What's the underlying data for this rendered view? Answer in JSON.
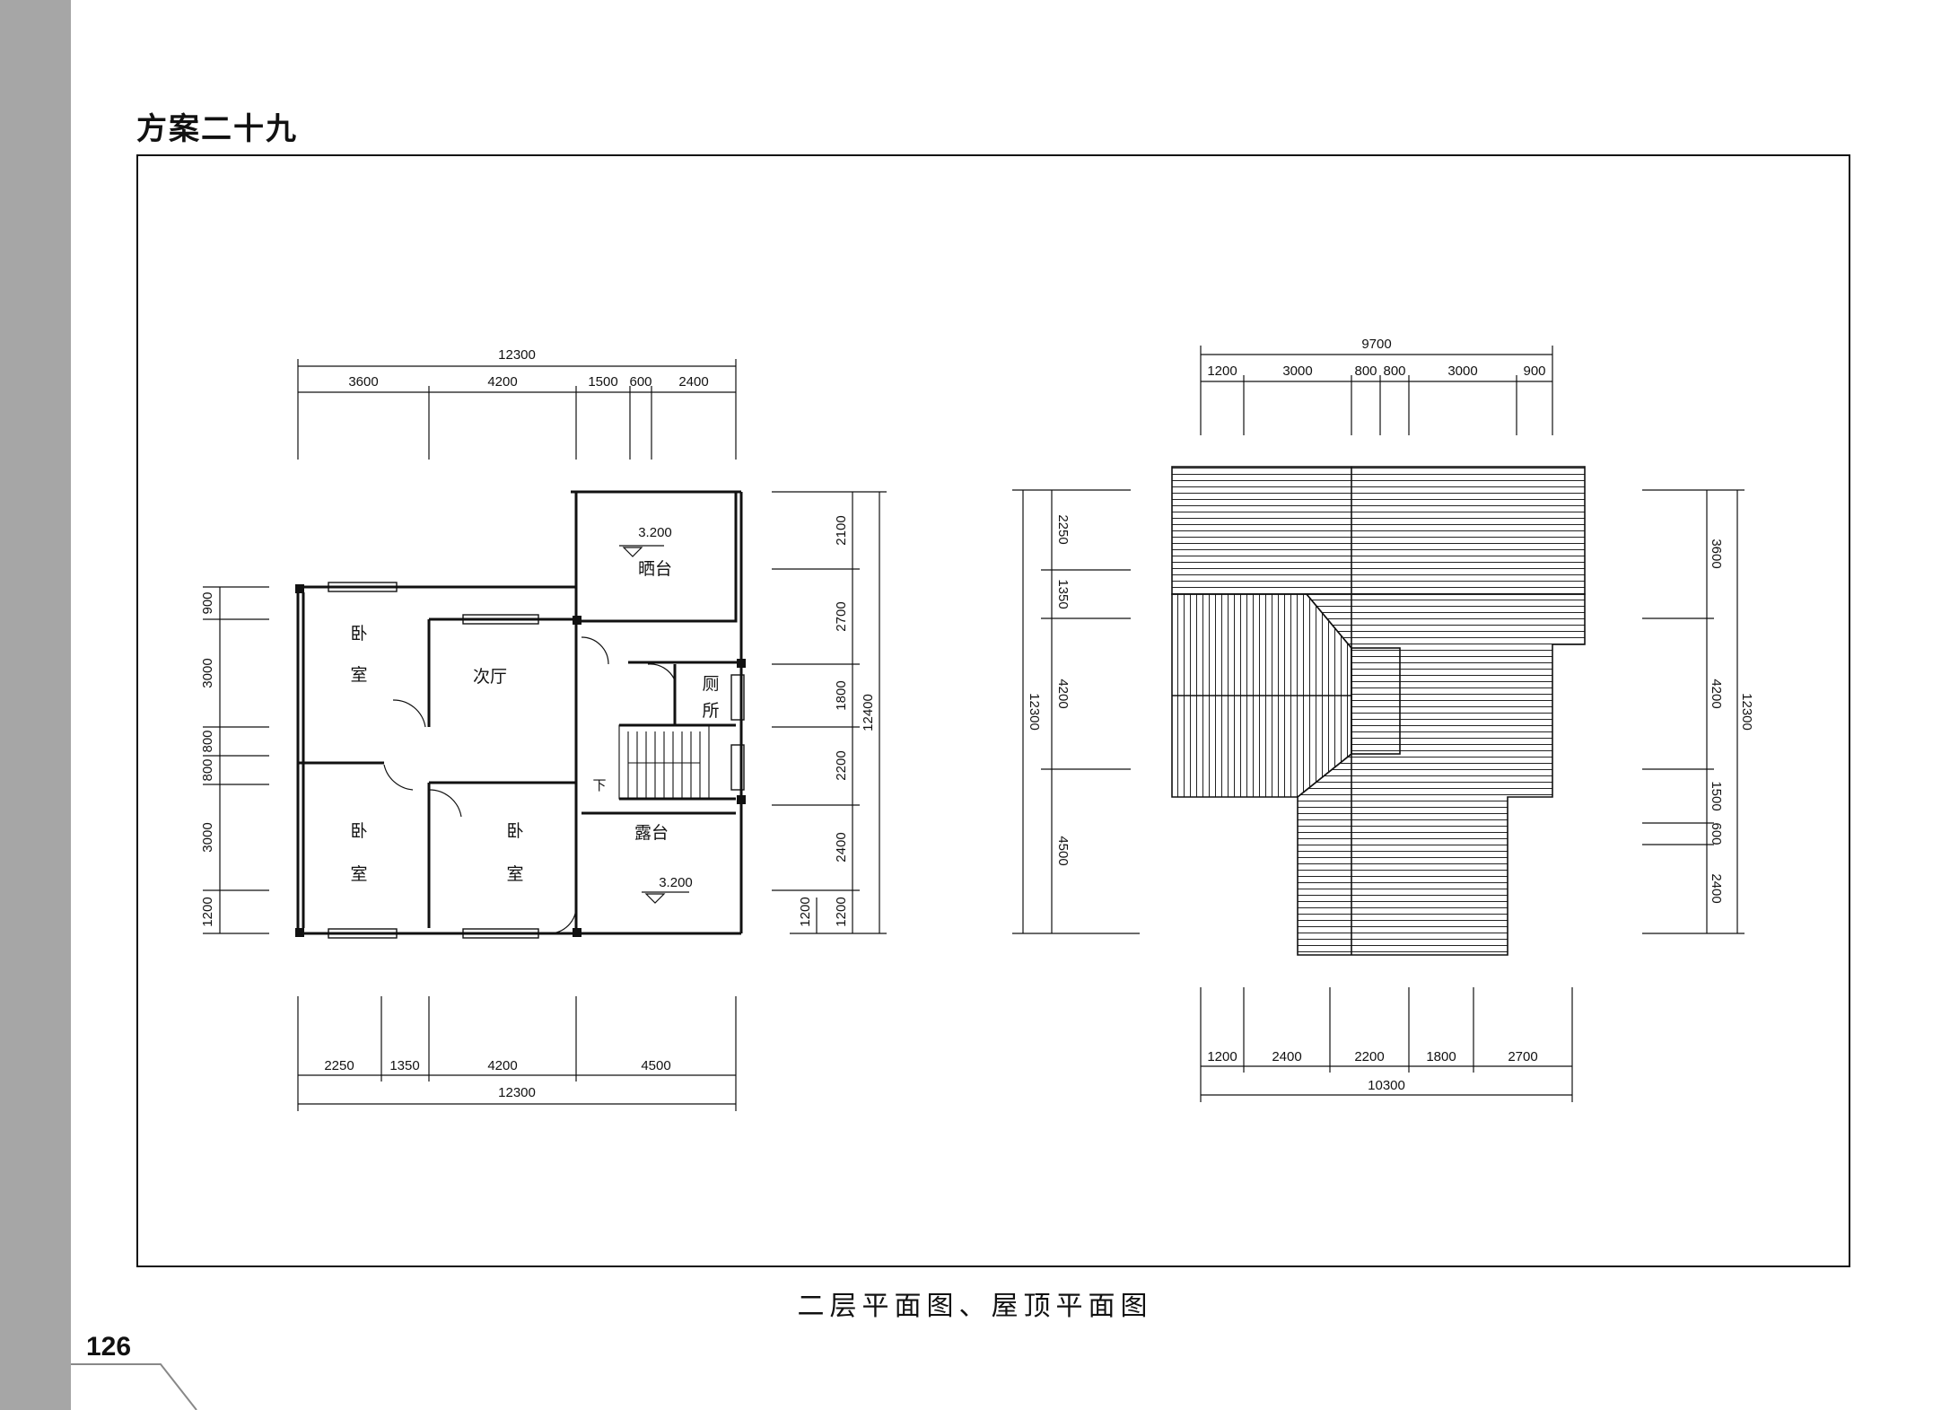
{
  "page": {
    "title": "方案二十九",
    "caption": "二层平面图、屋顶平面图",
    "page_number": "126"
  },
  "floor_plan": {
    "top_total": "12300",
    "top_segments": [
      "3600",
      "4200",
      "1500",
      "600",
      "2400"
    ],
    "bottom_segments": [
      "2250",
      "1350",
      "4200",
      "4500"
    ],
    "bottom_total": "12300",
    "left_segments": [
      "900",
      "3000",
      "800",
      "800",
      "3000",
      "1200"
    ],
    "right_segments": [
      "2100",
      "2700",
      "1800",
      "2200",
      "2400",
      "1200"
    ],
    "right_extra": "1200",
    "right_total": "12400",
    "rooms": {
      "bedroom_top_left": [
        "卧",
        "室"
      ],
      "bedroom_bottom_left": [
        "卧",
        "室"
      ],
      "bedroom_bottom_mid": [
        "卧",
        "室"
      ],
      "secondary_hall": "次厅",
      "toilet": [
        "厕",
        "所"
      ],
      "drying_terrace": "晒台",
      "open_terrace": "露台",
      "drying_elev": "3.200",
      "terrace_elev": "3.200",
      "stair_down": "下"
    }
  },
  "roof_plan": {
    "top_total": "9700",
    "top_segments": [
      "1200",
      "3000",
      "800",
      "800",
      "3000",
      "900"
    ],
    "bottom_segments": [
      "1200",
      "2400",
      "2200",
      "1800",
      "2700"
    ],
    "bottom_total": "10300",
    "left_segments": [
      "2250",
      "1350",
      "4200",
      "4500"
    ],
    "left_total": "12300",
    "right_segments": [
      "3600",
      "4200",
      "1500",
      "600",
      "2400"
    ],
    "right_total": "12300"
  }
}
